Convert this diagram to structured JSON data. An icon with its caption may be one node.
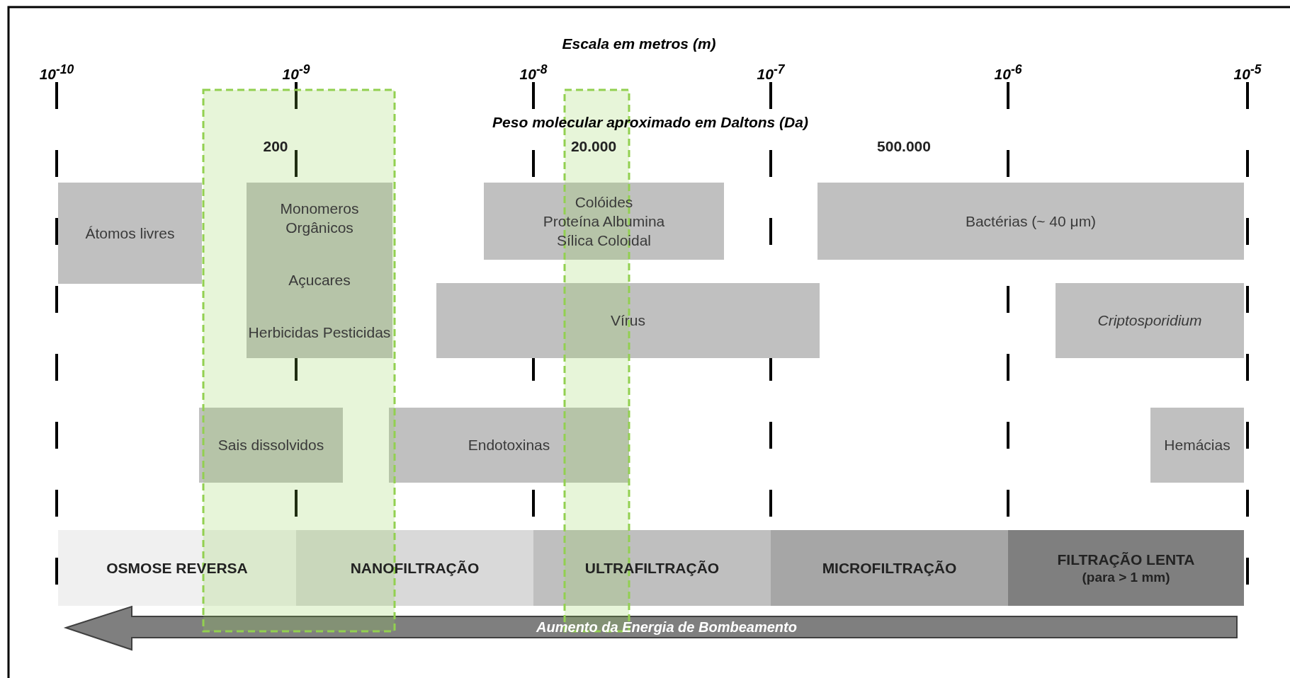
{
  "diagram": {
    "title": "Escala em metros (m)",
    "nodes": [
      {
        "text": [
          "Átomos livres"
        ]
      },
      {
        "text": [
          "Monomeros Orgânicos",
          "Açucares",
          "Herbicidas Pesticidas"
        ]
      },
      {
        "text": [
          "Colóides",
          "Proteína Albumina",
          "Sílica Coloidal"
        ]
      },
      {
        "text": [
          "Bactérias (~ 40 μm)"
        ]
      },
      {
        "text": [
          "Vírus"
        ]
      },
      {
        "text": [
          "Criptosporidium"
        ]
      },
      {
        "text": [
          "Sais dissolvidos"
        ]
      },
      {
        "text": [
          "Endotoxinas"
        ]
      },
      {
        "text": [
          "Hemácias"
        ]
      },
      {
        "text": [
          "OSMOSE REVERSA"
        ]
      },
      {
        "text": [
          "NANOFILTRAÇÃO"
        ]
      },
      {
        "text": [
          "ULTRAFILTRAÇÃO"
        ]
      },
      {
        "text": [
          "MICROFILTRAÇÃO"
        ]
      },
      {
        "text": [
          "FILTRAÇÃO LENTA",
          "(para > 1 mm)"
        ]
      }
    ],
    "labels": [
      "10$^{-10}$",
      "10$^{-9}$",
      "10$^{-8}$",
      "10$^{-7}$",
      "10$^{-6}$",
      "10$^{-5}$",
      "Peso molecular aproximado em Daltons (Da)",
      "200",
      "20.000",
      "500.000",
      "Aumento da Energia de Bombeamento"
    ]
  }
}
